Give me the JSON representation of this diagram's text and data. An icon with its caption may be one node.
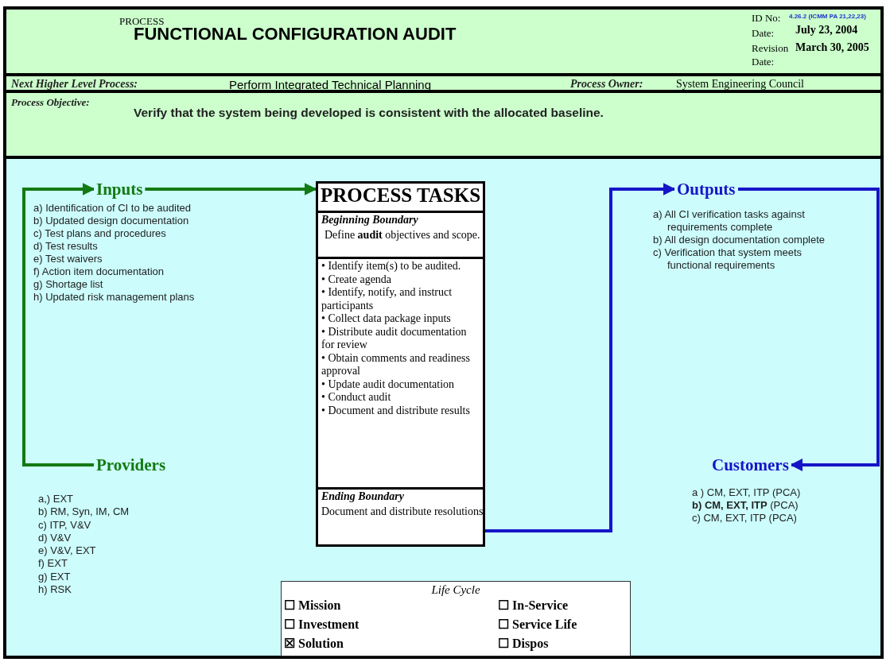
{
  "diagram": {
    "title": "FUNCTIONAL CONFIGURATION AUDIT",
    "nodes": [
      {
        "text": [
          "Inputs"
        ]
      },
      {
        "text": [
          "Providers"
        ]
      },
      {
        "text": [
          "PROCESS TASKS"
        ]
      },
      {
        "text": [
          "Beginning Boundary",
          "Define **audit** objectives and scope."
        ],
        "in": 2
      },
      {
        "text": [
          "• Identify item(s) to be audited.",
          "• Create agenda",
          "• Identify, notify, and instruct participants",
          "• Collect data package inputs",
          "• Distribute audit documentation for review",
          "• Obtain comments and readiness approval",
          "• Update audit documentation",
          "• Conduct audit",
          "• Document and distribute results"
        ],
        "in": 2
      },
      {
        "text": [
          "Ending Boundary",
          "Document and distribute resolutions"
        ],
        "in": 2
      },
      {
        "text": [
          "Outputs"
        ]
      },
      {
        "text": [
          "Customers"
        ]
      }
    ],
    "edges": [
      {
        "from": 1,
        "to": 0,
        "arrow": "to",
        "color": "#137a13"
      },
      {
        "from": 0,
        "to": 2,
        "arrow": "to",
        "color": "#137a13"
      },
      {
        "from": 5,
        "to": 6,
        "arrow": "to",
        "color": "#1515c8"
      },
      {
        "from": 6,
        "to": 7,
        "arrow": "to",
        "color": "#1515c8"
      }
    ],
    "labels": [
      "PROCESS",
      "ID No:",
      "4.26.2 (ICMM PA 21,22,23)",
      "Date:",
      "July 23, 2004",
      "Revision Date:",
      "March 30, 2005",
      "Next Higher Level Process:",
      "Perform Integrated Technical Planning",
      "Process Owner:",
      "System Engineering Council",
      "Process Objective:",
      "Verify that the system being developed is consistent with the allocated baseline.",
      "a) Identification of CI to be audited",
      "b) Updated design documentation",
      "c) Test plans and procedures",
      "d) Test results",
      "e) Test waivers",
      "f) Action item documentation",
      "g) Shortage list",
      "h) Updated risk management plans",
      "a) All CI verification tasks against requirements complete",
      "b) All design documentation complete",
      "c) Verification that system meets functional requirements",
      "a,) EXT",
      "b) RM, Syn, IM, CM",
      "c) ITP, V&V",
      "d) V&V",
      "e) V&V, EXT",
      "f) EXT",
      "g) EXT",
      "h) RSK",
      "a ) CM, EXT, ITP (PCA)",
      "**b) CM, EXT, ITP** (PCA)",
      "c) CM, EXT, ITP (PCA)",
      "Life Cycle",
      "☐ Mission",
      "☐ Investment",
      "☒ Solution",
      "☐ In-Service",
      "☐ Service Life",
      "☐ Dispos"
    ]
  }
}
